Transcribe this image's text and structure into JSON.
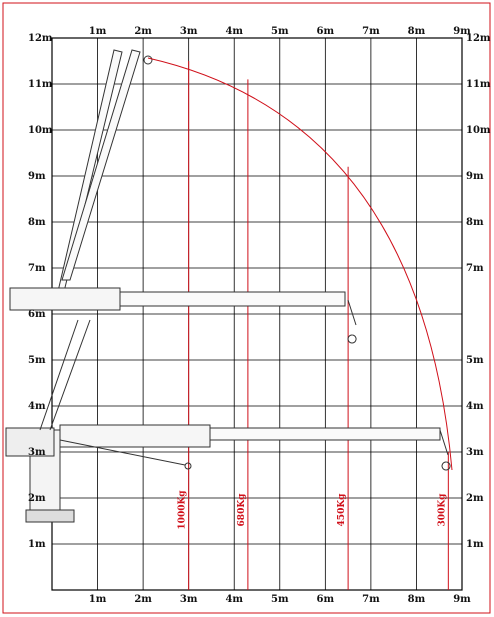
{
  "chart_data": {
    "type": "load-chart",
    "x_axis_labels": [
      "1m",
      "2m",
      "3m",
      "4m",
      "5m",
      "6m",
      "7m",
      "8m",
      "9m"
    ],
    "y_axis_labels_left": [
      "1m",
      "2m",
      "3m",
      "4m",
      "5m",
      "6m",
      "7m",
      "8m",
      "9m",
      "10m",
      "11m",
      "12m"
    ],
    "y_axis_labels_right": [
      "1m",
      "2m",
      "3m",
      "4m",
      "5m",
      "7m",
      "8m",
      "9m",
      "10m",
      "11m",
      "12m"
    ],
    "load_lines": [
      {
        "label": "1000Kg",
        "reach_m": 3.0
      },
      {
        "label": "680Kg",
        "reach_m": 4.3
      },
      {
        "label": "450Kg",
        "reach_m": 6.5
      },
      {
        "label": "300Kg",
        "reach_m": 8.7
      }
    ],
    "xlim": [
      0,
      9
    ],
    "ylim": [
      0,
      12
    ],
    "grid": true,
    "colors": {
      "grid": "#000000",
      "load_line": "#d0101a",
      "crane": "#333333"
    }
  }
}
